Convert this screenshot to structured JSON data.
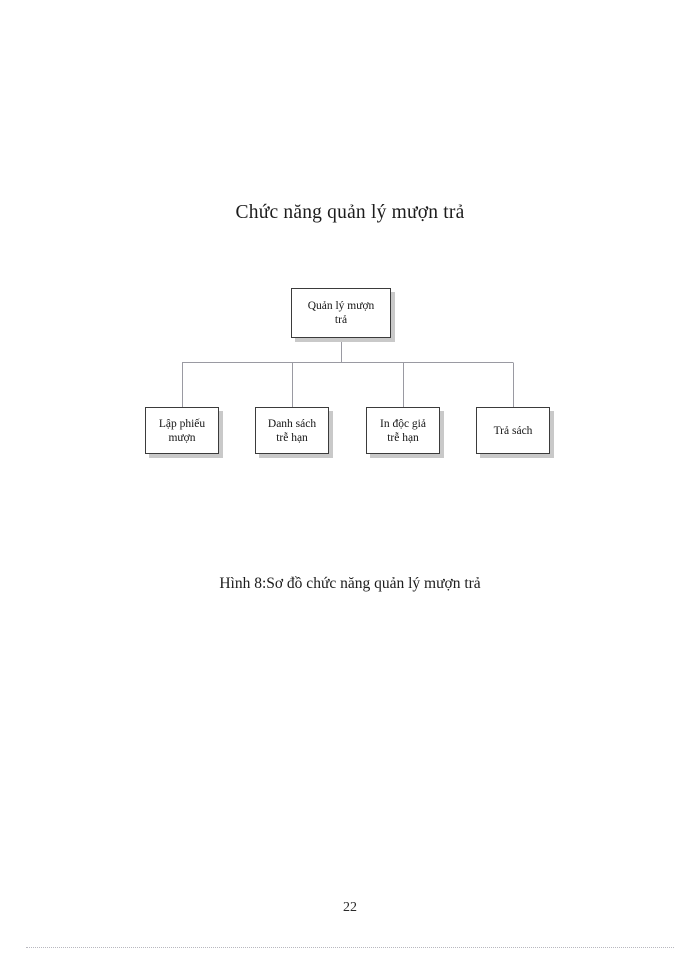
{
  "document": {
    "page_number": "22",
    "background_color": "#ffffff",
    "text_color": "#1c1c1c"
  },
  "diagram": {
    "title": "Chức năng quản lý mượn trả",
    "type": "tree",
    "box_fill": "#ffffff",
    "box_border_color": "#3b3b3b",
    "box_shadow_color": "#c9c9c9",
    "connector_color": "#9a9aa2",
    "root": {
      "id": "quan-ly-muon-tra",
      "label": "Quản lý mượn\ntrả",
      "label_line1": "Quản lý mượn",
      "label_line2": "trả"
    },
    "children": [
      {
        "id": "lap-phieu-muon",
        "label": "Lập phiếu\nmượn",
        "label_line1": "Lập phiếu",
        "label_line2": "mượn"
      },
      {
        "id": "danh-sach-tre-han",
        "label": "Danh sách\ntrễ hạn",
        "label_line1": "Danh sách",
        "label_line2": "trễ hạn"
      },
      {
        "id": "in-doc-gia-tre-han",
        "label": "In độc giả\ntrễ hạn",
        "label_line1": "In độc giả",
        "label_line2": "trễ hạn"
      },
      {
        "id": "tra-sach",
        "label": "Trả sách",
        "label_line1": "Trả sách",
        "label_line2": ""
      }
    ]
  },
  "caption": {
    "text": "Hình 8:Sơ đồ chức năng quản lý mượn trả",
    "figure_label": "Hình 8",
    "figure_title": "Sơ đồ chức năng quản lý mượn trả"
  }
}
